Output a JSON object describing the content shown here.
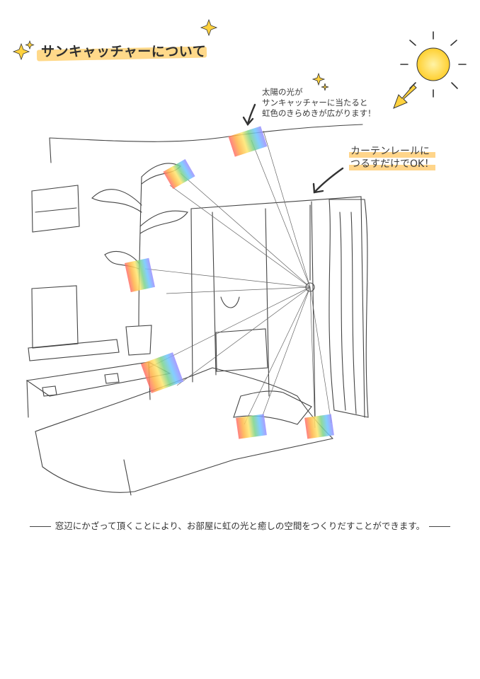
{
  "title": "サンキャッチャーについて",
  "annotations": {
    "sun_note": [
      "太陽の光が",
      "サンキャッチャーに当たると",
      "虹色のきらめきが広がります！"
    ],
    "rail_note": [
      "カーテンレールに",
      "つるすだけでOK！"
    ]
  },
  "caption": "窓辺にかざって頂くことにより、お部屋に虹の光と癒しの空間をつくりだすことができます。",
  "colors": {
    "highlight": "#ffd98a",
    "sun": "#ffd23f",
    "rainbow": [
      "#ff6b6b",
      "#ffb347",
      "#ffe66d",
      "#7bd389",
      "#6ec6ff",
      "#9b8cff"
    ]
  },
  "icons": [
    "sparkle-icon",
    "sun-icon",
    "arrow-icon"
  ]
}
